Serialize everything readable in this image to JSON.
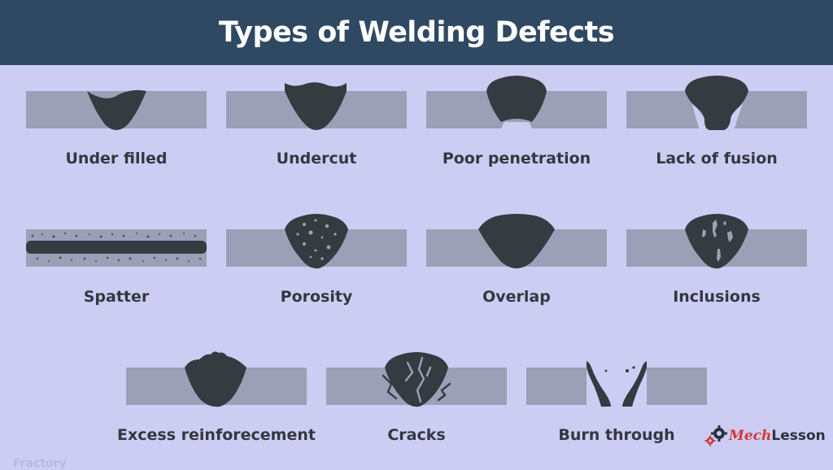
{
  "header": {
    "title": "Types of Welding Defects"
  },
  "defects": [
    {
      "id": "under-filled",
      "label": "Under filled"
    },
    {
      "id": "undercut",
      "label": "Undercut"
    },
    {
      "id": "poor-penetration",
      "label": "Poor penetration"
    },
    {
      "id": "lack-of-fusion",
      "label": "Lack of fusion"
    },
    {
      "id": "spatter",
      "label": "Spatter"
    },
    {
      "id": "porosity",
      "label": "Porosity"
    },
    {
      "id": "overlap",
      "label": "Overlap"
    },
    {
      "id": "inclusions",
      "label": "Inclusions"
    },
    {
      "id": "excess-reinforcement",
      "label": "Excess reinforecement"
    },
    {
      "id": "cracks",
      "label": "Cracks"
    },
    {
      "id": "burn-through",
      "label": "Burn through"
    }
  ],
  "watermark": "Fractory",
  "logo": {
    "part1": "Mech",
    "part2": "Lesson"
  },
  "colors": {
    "background": "#cdcdf4",
    "header": "#2f4963",
    "plate": "#9c9fb6",
    "weld": "#363a41",
    "label": "#333840",
    "logo_accent": "#d23a3a"
  }
}
